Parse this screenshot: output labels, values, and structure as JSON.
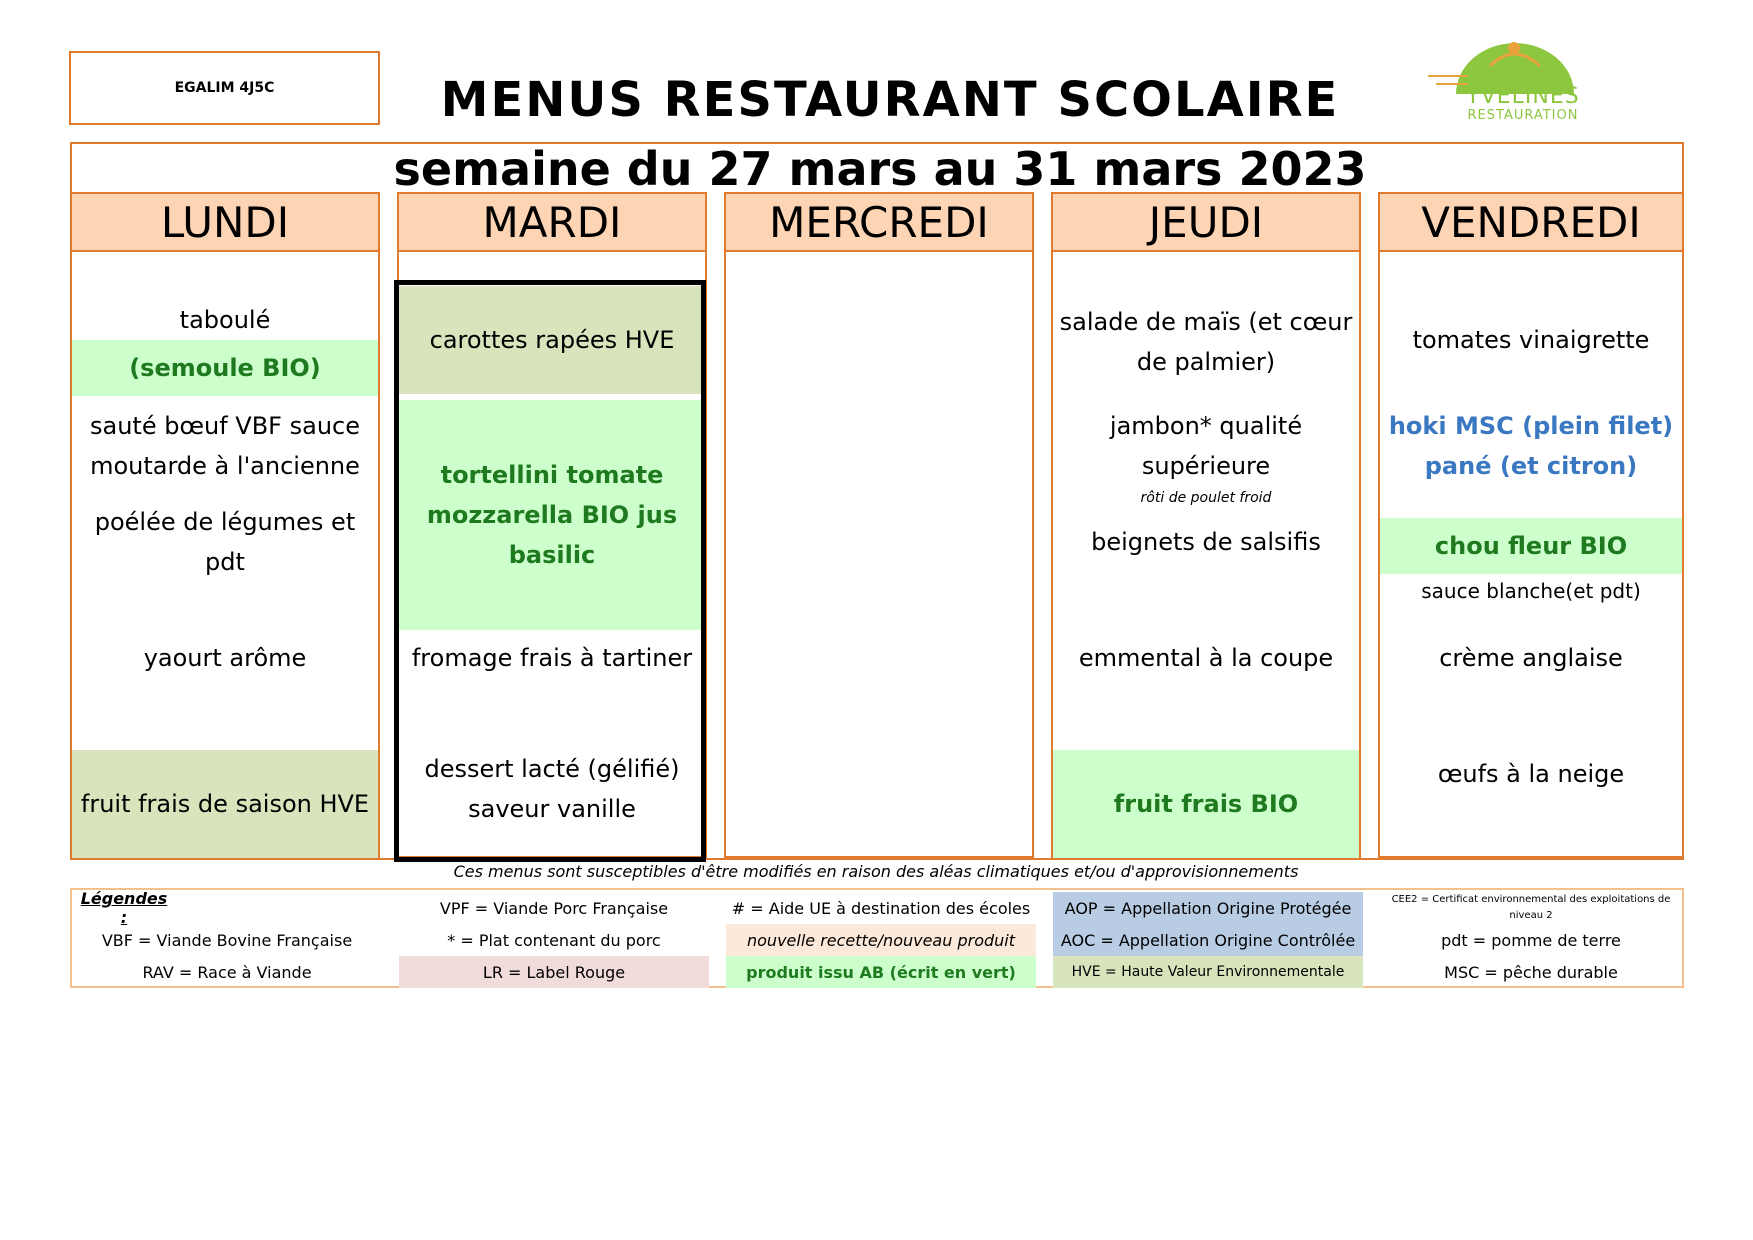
{
  "header": {
    "egalim": "EGALIM 4J5C",
    "title": "MENUS RESTAURANT SCOLAIRE",
    "subtitle": "semaine du 27 mars au 31 mars 2023",
    "logo_line1": "YVELINES",
    "logo_line2": "RESTAURATION"
  },
  "colors": {
    "border": "#E07B2E",
    "header_bg": "#FDD5B4",
    "bio_green_bg": "#CCFFCC",
    "hve_bg": "#D8E4BC",
    "bio_text": "#1F7A1F",
    "msc_text": "#3A78C2",
    "aop_bg": "#B8CCE4",
    "lr_bg": "#F2DCDB",
    "new_bg": "#FDE9D9"
  },
  "days": [
    {
      "name": "LUNDI",
      "starter": "taboulé",
      "starter_note": "(semoule BIO)",
      "main": "sauté bœuf VBF sauce moutarde à l'ancienne",
      "side": "poélée de légumes et pdt",
      "dairy": "yaourt arôme",
      "dessert": "fruit frais de saison HVE"
    },
    {
      "name": "MARDI",
      "starter": "carottes rapées HVE",
      "main": "tortellini tomate mozzarella BIO jus basilic",
      "dairy": "fromage frais à tartiner",
      "dessert": "dessert lacté (gélifié) saveur vanille"
    },
    {
      "name": "MERCREDI"
    },
    {
      "name": "JEUDI",
      "starter": "salade de maïs (et cœur de palmier)",
      "main": "jambon* qualité supérieure",
      "main_alt": "rôti de poulet froid",
      "side": "beignets de salsifis",
      "dairy": "emmental à la coupe",
      "dessert": "fruit frais BIO"
    },
    {
      "name": "VENDREDI",
      "starter": "tomates vinaigrette",
      "main": "hoki MSC (plein filet) pané (et citron)",
      "side": "chou fleur BIO",
      "side_note": "sauce blanche(et pdt)",
      "dairy": "crème anglaise",
      "dessert": "œufs à la neige"
    }
  ],
  "note": "Ces menus sont susceptibles d'être modifiés en raison des aléas climatiques et/ou d'approvisionnements",
  "legend": {
    "title": "Légendes :",
    "vbf": "VBF = Viande Bovine Française",
    "rav": "RAV = Race à Viande",
    "vpf": "VPF = Viande Porc Française",
    "porc": "* = Plat contenant du porc",
    "lr": "LR = Label Rouge",
    "ue": "# = Aide UE à destination des écoles",
    "nouvelle": "nouvelle recette/nouveau produit",
    "ab": "produit issu AB (écrit en vert)",
    "aop": "AOP = Appellation Origine Protégée",
    "aoc": "AOC = Appellation Origine Contrôlée",
    "hve": "HVE = Haute Valeur Environnementale",
    "cee2": "CEE2 = Certificat environnemental des exploitations de niveau 2",
    "pdt": "pdt = pomme de terre",
    "msc": "MSC = pêche durable"
  }
}
